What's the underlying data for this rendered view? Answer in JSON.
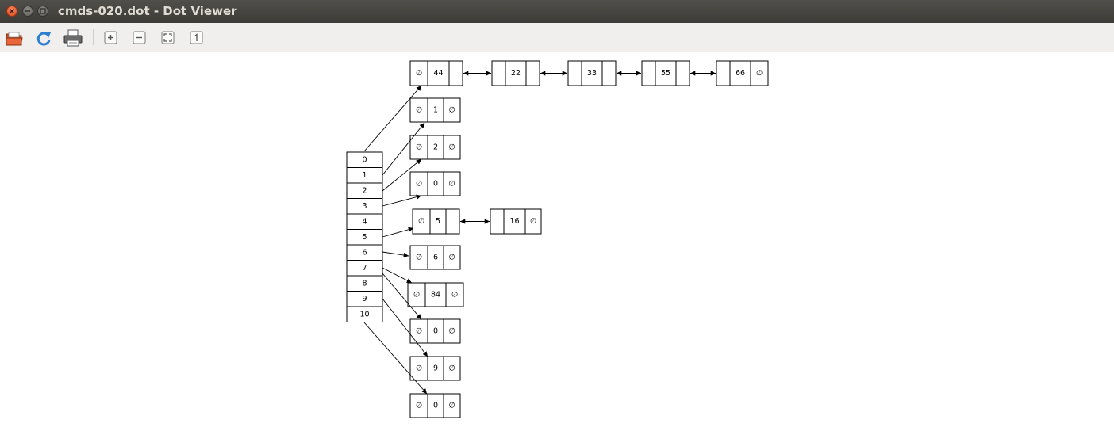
{
  "window": {
    "title": "cmds-020.dot - Dot Viewer"
  },
  "toolbar": {
    "buttons": [
      {
        "name": "open-button",
        "icon": "open-folder-icon",
        "tooltip": ""
      },
      {
        "name": "reload-button",
        "icon": "reload-icon"
      },
      {
        "name": "print-button",
        "icon": "printer-icon"
      },
      {
        "name": "zoom-in-button",
        "icon": "zoom-in-icon"
      },
      {
        "name": "zoom-out-button",
        "icon": "zoom-out-icon"
      },
      {
        "name": "zoom-fit-button",
        "icon": "zoom-fit-icon"
      },
      {
        "name": "zoom-100-button",
        "icon": "zoom-100-icon"
      }
    ]
  },
  "graph": {
    "null_symbol": "∅",
    "array": [
      "0",
      "1",
      "2",
      "3",
      "4",
      "5",
      "6",
      "7",
      "8",
      "9",
      "10"
    ],
    "chain_top": [
      "44",
      "22",
      "33",
      "55",
      "66"
    ],
    "chain_row4": [
      "5",
      "16"
    ],
    "column_nodes": [
      "1",
      "2",
      "0",
      "6",
      "84",
      "0",
      "9",
      "0"
    ]
  }
}
